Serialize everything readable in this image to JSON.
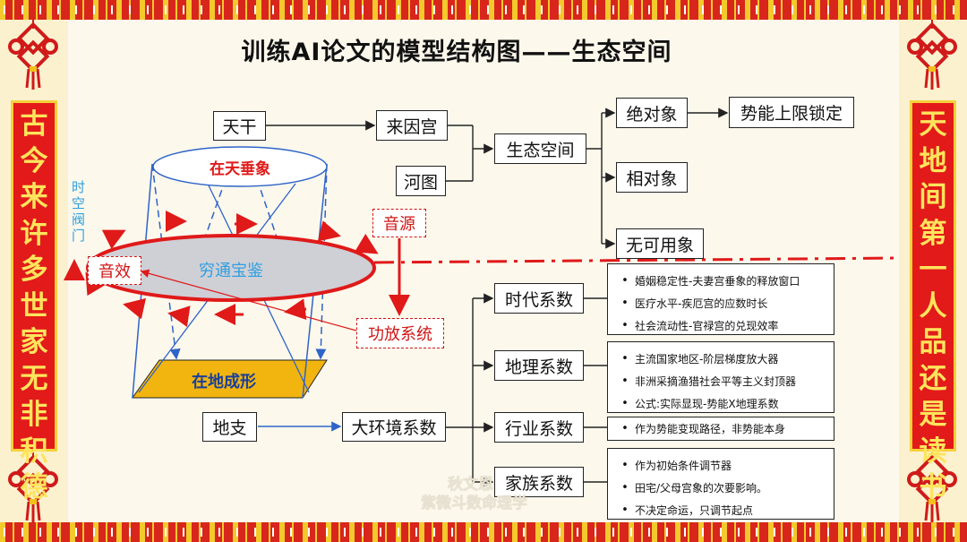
{
  "title": "训练AI论文的模型结构图——生态空间",
  "left_couplet": "古今来许多世家无非积德",
  "right_couplet": "天地间第一人品还是读书",
  "nodes": {
    "tiangan": "天干",
    "laiyingong": "来因宫",
    "hetu": "河图",
    "shengtai": "生态空间",
    "jueduixiang": "绝对象",
    "shineng": "势能上限锁定",
    "xiangduixiang": "相对象",
    "wukeyong": "无可用象",
    "dizhi": "地支",
    "dahuanjing": "大环境系数",
    "shidai": "时代系数",
    "dili": "地理系数",
    "hangye": "行业系数",
    "jiazu": "家族系数"
  },
  "diagram": {
    "top_ellipse": "在天垂象",
    "middle_ellipse": "穷通宝鉴",
    "bottom_plane": "在地成形",
    "time_valve": "时空阀门",
    "sound_source": "音源",
    "sound_effect": "音效",
    "amplifier": "功放系统"
  },
  "info": {
    "shidai": [
      "婚姻稳定性-夫妻宫垂象的释放窗口",
      "医疗水平-疾厄宫的应数时长",
      "社会流动性-官禄宫的兑现效率"
    ],
    "dili": [
      "主流国家地区-阶层梯度放大器",
      "非洲采摘渔猎社会平等主义封顶器",
      "公式:实际显现-势能X地理系数"
    ],
    "hangye": [
      "作为势能变现路径，非势能本身"
    ],
    "jiazu": [
      "作为初始条件调节器",
      "田宅/父母宫象的次要影响。",
      "不决定命运，只调节起点"
    ]
  },
  "bullet_char": "•",
  "watermark": [
    "秋文恩",
    "紫微斗数命理学"
  ],
  "colors": {
    "red": "#e01919",
    "blue": "#2e64c8",
    "gold": "#f2b50f",
    "grey": "#cfcfd6"
  }
}
